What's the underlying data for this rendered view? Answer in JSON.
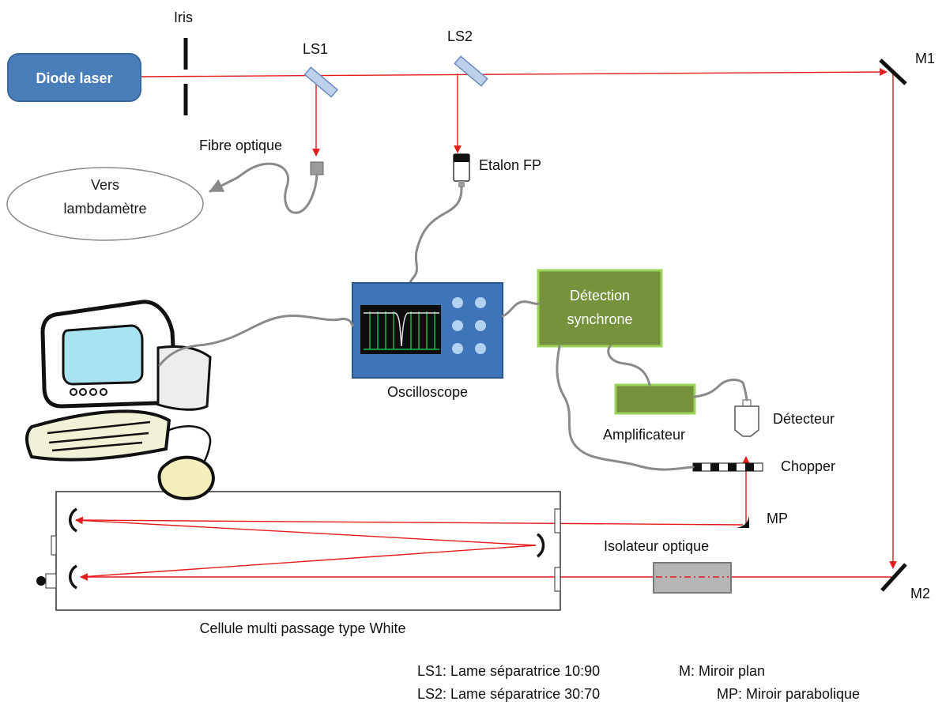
{
  "components": {
    "diode_laser": "Diode laser",
    "iris": "Iris",
    "ls1": "LS1",
    "ls2": "LS2",
    "m1": "M1",
    "m2": "M2",
    "mp": "MP",
    "fibre": "Fibre optique",
    "vers_line1": "Vers",
    "vers_line2": "lambdamètre",
    "etalon": "Etalon FP",
    "oscilloscope": "Oscilloscope",
    "detection_line1": "Détection",
    "detection_line2": "synchrone",
    "amplificateur": "Amplificateur",
    "detecteur": "Détecteur",
    "chopper": "Chopper",
    "isolateur": "Isolateur optique",
    "cellule": "Cellule multi passage type White"
  },
  "legend": {
    "ls1": "LS1: Lame séparatrice 10:90",
    "ls2": "LS2: Lame séparatrice 30:70",
    "m": "M: Miroir plan",
    "mp": "MP: Miroir parabolique"
  },
  "colors": {
    "beam": "#e31b1b",
    "laser_box": "#4a7ebb",
    "lockin_fill": "#76923c",
    "lockin_border": "#9bd35a",
    "scope_fill": "#3f74b8",
    "cable": "#8a8a8a"
  }
}
